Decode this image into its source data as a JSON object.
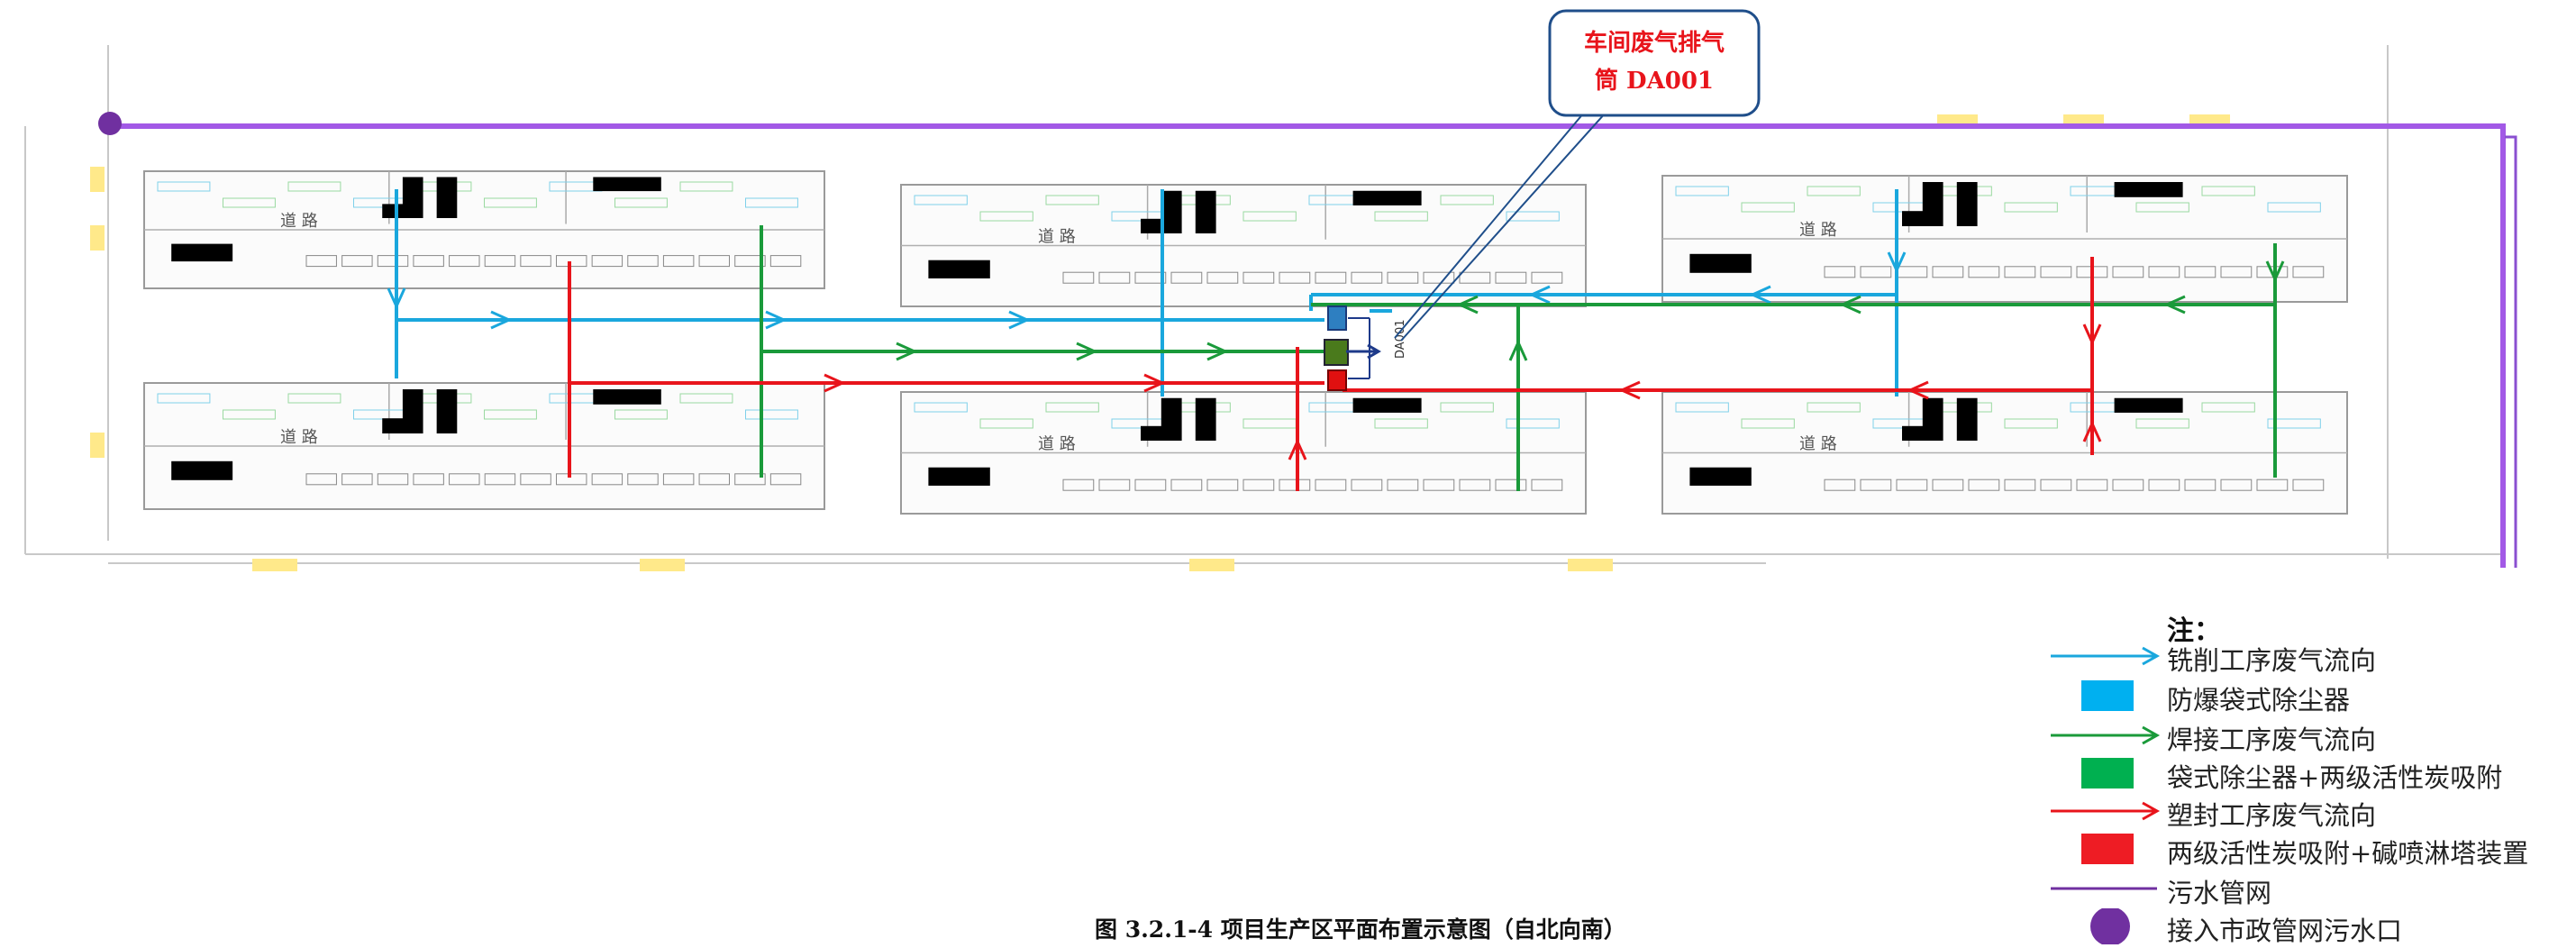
{
  "callout": {
    "line1": "车间废气排气",
    "line2": "筒 DA001",
    "color": "#e8141b"
  },
  "stack_label": "DA001",
  "legend": {
    "title": "注：",
    "items": [
      {
        "label": "铣削工序废气流向",
        "symbol": "arrow",
        "color": "#1aa7dd"
      },
      {
        "label": "防爆袋式除尘器",
        "symbol": "box",
        "color": "#00b0f0"
      },
      {
        "label": "焊接工序废气流向",
        "symbol": "arrow",
        "color": "#1a9a3a"
      },
      {
        "label": "袋式除尘器+两级活性炭吸附",
        "symbol": "box",
        "color": "#00b050"
      },
      {
        "label": "塑封工序废气流向",
        "symbol": "arrow",
        "color": "#e8141b"
      },
      {
        "label": "两级活性炭吸附+碱喷淋塔装置",
        "symbol": "box",
        "color": "#ee1c24"
      },
      {
        "label": "污水管网",
        "symbol": "line",
        "color": "#7030a0"
      },
      {
        "label": "接入市政管网污水口",
        "symbol": "dot",
        "color": "#7030a0"
      }
    ]
  },
  "caption": "图 3.2.1-4    项目生产区平面布置示意图（自北向南）",
  "workshop_road_label": "道  路",
  "colors": {
    "sewer": "#a259e6",
    "milling": "#1aa7dd",
    "welding": "#1a9a3a",
    "plastic": "#e8141b",
    "box_blue": "#2e7fc1",
    "box_green": "#4a7a1c",
    "box_red": "#e01010"
  }
}
